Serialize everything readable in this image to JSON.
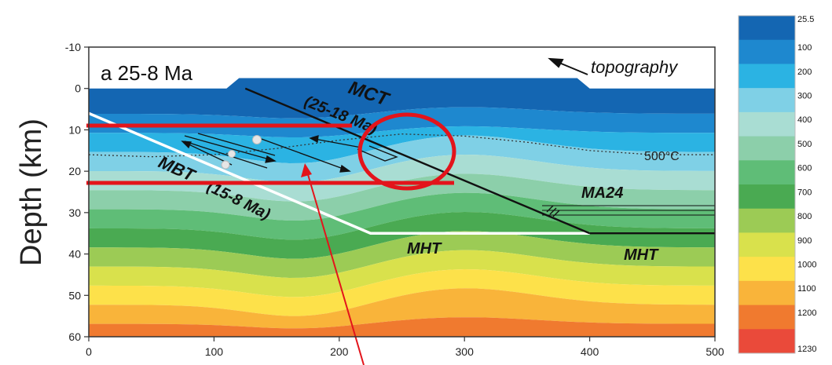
{
  "chart_data": {
    "type": "heatmap",
    "panel_label": "a 25-8 Ma",
    "ylabel": "Depth (km)",
    "x_ticks": [
      "0",
      "100",
      "200",
      "300",
      "400",
      "500"
    ],
    "y_ticks": [
      "-10",
      "0",
      "10",
      "20",
      "30",
      "40",
      "50",
      "60"
    ],
    "xlim": [
      0,
      500
    ],
    "ylim": [
      -10,
      60
    ],
    "y_inverted": true,
    "grid": false,
    "colorbar": {
      "placement": "right",
      "labels": [
        "25.5",
        "100",
        "200",
        "300",
        "400",
        "500",
        "600",
        "700",
        "800",
        "900",
        "1000",
        "1100",
        "1200",
        "1230"
      ],
      "colors": [
        "#1466b2",
        "#1e88cf",
        "#2bb3e3",
        "#7fd0e6",
        "#a9ddd3",
        "#8ccfaa",
        "#5fbd77",
        "#4aaa52",
        "#9ccb55",
        "#d9e14c",
        "#fde14a",
        "#f9b43a",
        "#f07a2f",
        "#ea4a3a"
      ]
    },
    "annotations": {
      "topography": "topography",
      "mct": "MCT",
      "mct_age": "(25-18 Ma)",
      "mbt": "MBT",
      "mbt_age": "(15-8 Ma)",
      "isotherm_500": "500°C",
      "ma24": "MA24",
      "mht_center": "MHT",
      "mht_right": "MHT"
    },
    "faults": {
      "mct": {
        "x": [
          125,
          400
        ],
        "y": [
          0,
          35
        ]
      },
      "mbt": {
        "x": [
          0,
          225,
          400
        ],
        "y": [
          6,
          35,
          35
        ]
      },
      "mht_east": {
        "x": [
          400,
          500
        ],
        "y": [
          35,
          35
        ]
      }
    },
    "isotherm_500_line": {
      "x": [
        0,
        50,
        100,
        150,
        200,
        250,
        300,
        350,
        400,
        450,
        500
      ],
      "y": [
        16,
        16.5,
        16,
        14.5,
        12.5,
        11,
        11.5,
        13,
        15,
        16,
        16
      ]
    },
    "markers": {
      "horizontal_lines_depth": [
        9,
        22
      ],
      "circle_center": {
        "x": 265,
        "y": 15
      }
    }
  }
}
